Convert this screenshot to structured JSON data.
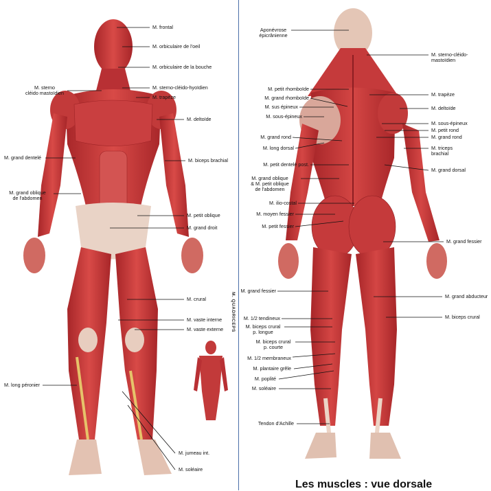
{
  "front": {
    "labels": {
      "frontal": "M. frontal",
      "orb_oeil": "M. orbiculaire de l'oeil",
      "orb_bouche": "M. orbiculaire de la bouche",
      "sterno_mast_line1": "M. sterno",
      "sterno_mast_line2": "cléido mastoïdien",
      "sterno_hyo": "M. sterno-cléido-hyoïdien",
      "trapeze": "M. trapèze",
      "deltoide": "M. deltoïde",
      "grand_dentele": "M. grand dentelé",
      "biceps": "M. biceps brachial",
      "grand_oblique_line1": "M. grand oblique",
      "grand_oblique_line2": "de l'abdomen",
      "petit_oblique": "M. petit oblique",
      "grand_droit": "M. grand droit",
      "crural": "M. crural",
      "vaste_interne": "M. vaste interne",
      "vaste_externe": "M. vaste externe",
      "long_peronier": "M. long péronier",
      "jumeau": "M. jumeau int.",
      "soleaire": "M. soléaire",
      "quadriceps": "M. QUADRICEPS"
    }
  },
  "back": {
    "labels": {
      "aponevrose_line1": "Aponévrose",
      "aponevrose_line2": "épicrânienne",
      "sterno_line1": "M. sterno-cléido-",
      "sterno_line2": "mastoïdien",
      "petit_rhomboide": "M. petit rhomboïde",
      "grand_rhomboide": "M. grand rhomboïde",
      "sus_epineux": "M. sus épineux",
      "sous_epineux_l": "M. sous-épineux",
      "trapeze": "M. trapèze",
      "deltoide": "M. deltoïde",
      "sous_epineux_r": "M. sous-épineux",
      "petit_rond_r": "M. petit rond",
      "grand_rond_r": "M. grand rond",
      "grand_rond_l": "M. grand rond",
      "long_dorsal": "M. long dorsal",
      "triceps_line1": "M. triceps",
      "triceps_line2": "brachial",
      "petit_dentele": "M. petit dentelé post.",
      "grand_dorsal": "M. grand dorsal",
      "grand_oblique_line1": "M. grand oblique",
      "grand_oblique_line2": "& M. petit oblique",
      "grand_oblique_line3": "de l'abdomen",
      "ilio_costal": "M. ilio-costal",
      "moyen_fessier": "M. moyen fessier",
      "petit_fessier": "M. petit fessier",
      "grand_fessier_r": "M. grand fessier",
      "grand_fessier_l": "M. grand fessier",
      "grand_abducteur": "M. grand abducteur",
      "demi_tendineux": "M. 1/2 tendineux",
      "biceps_crural_long_line1": "M. biceps crural",
      "biceps_crural_long_line2": "p. longue",
      "biceps_crural_r": "M. biceps crural",
      "biceps_crural_court_line1": "M. biceps crural",
      "biceps_crural_court_line2": "p. courte",
      "demi_membraneux": "M. 1/2 membraneux",
      "plantaire": "M. plantaire grêle",
      "poplite": "M. poplité",
      "soleaire": "M. soléaire",
      "achille": "Tendon d'Achille"
    },
    "caption": "Les muscles : vue dorsale"
  },
  "colors": {
    "muscle": "#c8393a",
    "muscle_dark": "#9e2326",
    "tendon": "#efd9cc",
    "border": "#4a6ea8"
  }
}
